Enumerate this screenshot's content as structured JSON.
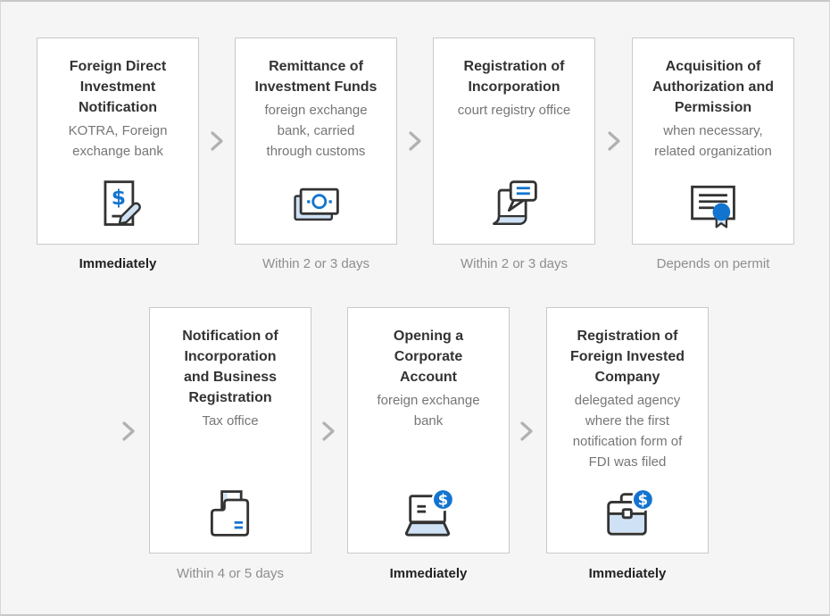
{
  "diagram": {
    "name": "Foreign Direct Investment procedure flow",
    "colors": {
      "background": "#f5f5f5",
      "card_background": "#ffffff",
      "card_border": "#c9c9c9",
      "outline_dark": "#333333",
      "accent_blue": "#1274cf",
      "light_blue": "#cfe2f5",
      "chevron_gray": "#b1b1b1",
      "title_text": "#333333",
      "subtitle_text": "#767676",
      "duration_emphasis": "#222222",
      "duration_normal": "#8e8e8e"
    }
  },
  "icons": {
    "dollar_glyph": "$"
  },
  "steps": [
    {
      "title": "Foreign Direct\nInvestment\nNotification",
      "subtitle": "KOTRA, Foreign\nexchange bank",
      "duration": "Immediately",
      "icon": "document-dollar-pen-icon"
    },
    {
      "title": "Remittance of\nInvestment Funds",
      "subtitle": "foreign exchange\nbank, carried\nthrough customs",
      "duration": "Within 2 or 3 days",
      "icon": "banknotes-icon"
    },
    {
      "title": "Registration of\nIncorporation",
      "subtitle": "court registry office",
      "duration": "Within 2 or 3 days",
      "icon": "scroll-speech-bubble-icon"
    },
    {
      "title": "Acquisition of\nAuthorization and\nPermission",
      "subtitle": "when necessary,\nrelated organization",
      "duration": "Depends on permit",
      "icon": "certificate-ribbon-icon"
    },
    {
      "title": "Notification of\nIncorporation\nand Business\nRegistration",
      "subtitle": "Tax office",
      "duration": "Within 4 or 5 days",
      "icon": "folder-document-icon"
    },
    {
      "title": "Opening a\nCorporate\nAccount",
      "subtitle": "foreign exchange\nbank",
      "duration": "Immediately",
      "icon": "laptop-dollar-icon"
    },
    {
      "title": "Registration of\nForeign Invested\nCompany",
      "subtitle": "delegated agency\nwhere the first\nnotification form of\nFDI was filed",
      "duration": "Immediately",
      "icon": "briefcase-dollar-icon"
    }
  ]
}
